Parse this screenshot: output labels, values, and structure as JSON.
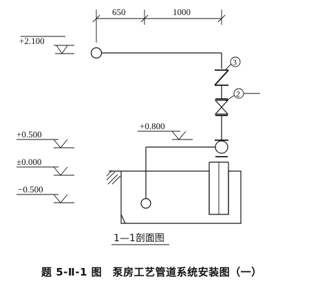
{
  "dimensions": {
    "left_span": "650",
    "right_span": "1000"
  },
  "elevations": {
    "pipe_top": "+2.100",
    "tank_top": "+0.800",
    "level_a": "+0.500",
    "level_zero": "±0.000",
    "level_b": "−0.500"
  },
  "callouts": {
    "item_3": "3",
    "item_2": "2"
  },
  "section_label": "1—1剖面图",
  "caption": "题 5-Ⅱ-1 图　泵房工艺管道系统安装图（一）"
}
